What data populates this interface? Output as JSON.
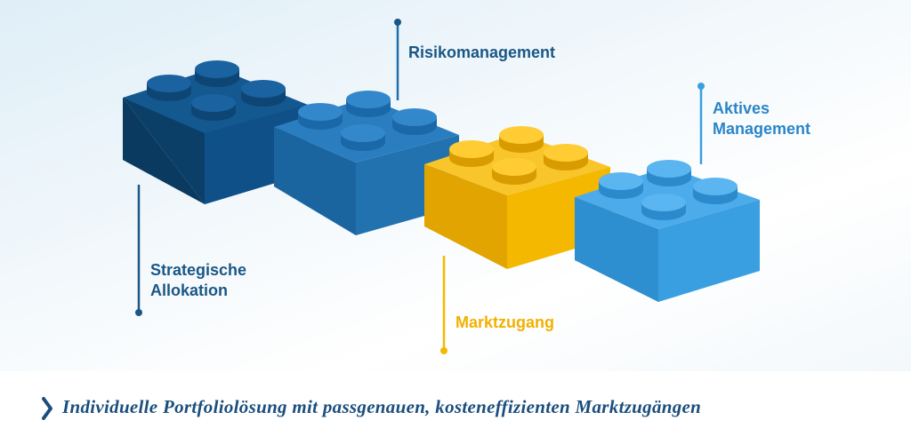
{
  "labels": {
    "risk": "Risikomanagement",
    "strategic": [
      "Strategische",
      "Allokation"
    ],
    "access": "Marktzugang",
    "active": [
      "Aktives",
      "Management"
    ]
  },
  "tagline": "Individuelle Portfoliolösung mit passgenauen, kosteneffizienten Marktzugängen",
  "colors": {
    "navy": "#1a5786",
    "blue_dark": "#0f4f80",
    "blue_mid": "#1f6fa8",
    "yellow": "#f5b800",
    "blue_light": "#3a9fe0",
    "text_blue": "#1a5786",
    "text_yellow": "#f2b000"
  },
  "icons": [
    "chevron-right-icon"
  ]
}
